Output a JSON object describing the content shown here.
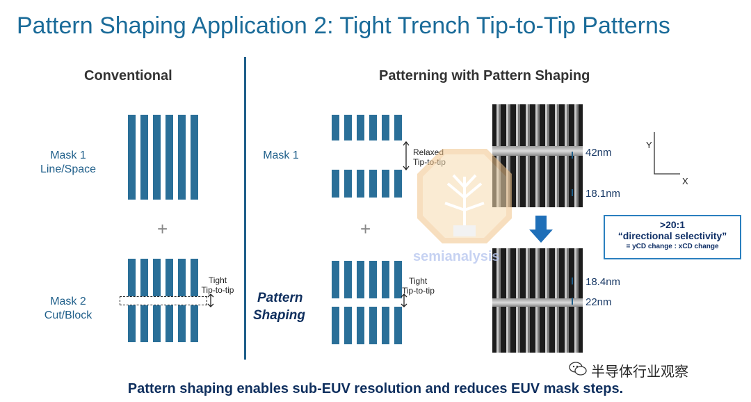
{
  "title": "Pattern Shaping Application 2: Tight Trench Tip-to-Tip Patterns",
  "left": {
    "heading": "Conventional",
    "mask1": [
      "Mask 1",
      "Line/Space"
    ],
    "plus": "+",
    "mask2": [
      "Mask 2",
      "Cut/Block"
    ],
    "tight": [
      "Tight",
      "Tip-to-tip"
    ]
  },
  "right": {
    "heading": "Patterning with Pattern Shaping",
    "mask1": "Mask 1",
    "plus": "+",
    "relaxed": [
      "Relaxed",
      "Tip-to-tip"
    ],
    "shaping": [
      "Pattern",
      "Shaping"
    ],
    "tight": [
      "Tight",
      "Tip-to-tip"
    ]
  },
  "sem": {
    "top_measure_1": "42nm",
    "top_measure_2": "18.1nm",
    "bottom_measure_1": "18.4nm",
    "bottom_measure_2": "22nm"
  },
  "axes": {
    "y": "Y",
    "x": "X"
  },
  "selectivity": {
    "ratio": ">20:1",
    "label": "“directional selectivity”",
    "detail": "= yCD change : xCD change"
  },
  "logo_text": "semianalysis",
  "watermark": "半导体行业观察",
  "footer": "Pattern shaping enables sub-EUV resolution and reduces EUV mask steps.",
  "colors": {
    "title": "#1a6b99",
    "bars": "#2a6f98",
    "footer": "#0f2f5e",
    "arrow": "#1f6fb8"
  }
}
